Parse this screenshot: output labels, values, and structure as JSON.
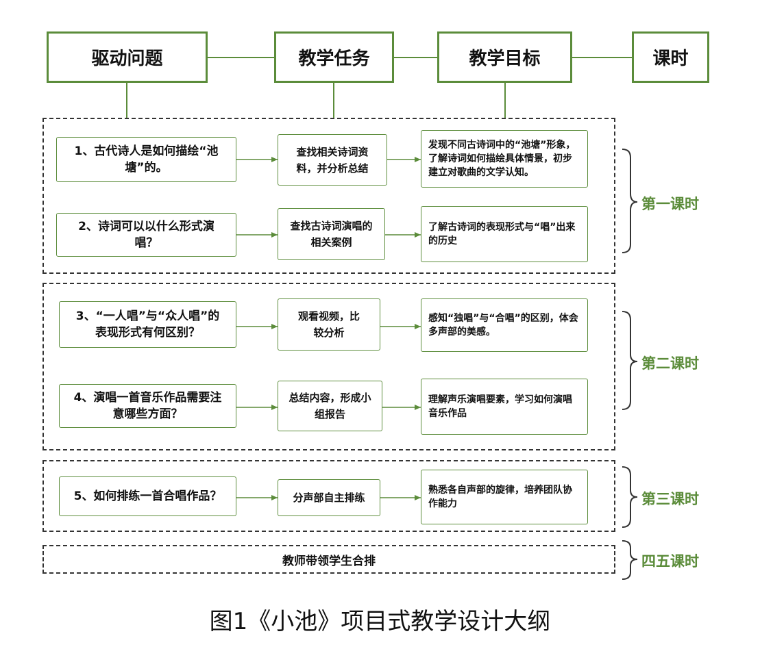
{
  "headers": [
    "驱动问题",
    "教学任务",
    "教学目标",
    "课时"
  ],
  "rows": [
    {
      "question": "1、古代诗人是如何描绘“池塘”的。",
      "task": "查找相关诗词资料，并分析总结",
      "goal": "发现不同古诗词中的“池塘”形象，了解诗词如何描绘具体情景，初步建立对歌曲的文学认知。"
    },
    {
      "question": "2、诗词可以以什么形式演唱？",
      "task": "查找古诗词演唱的相关案例",
      "goal": "了解古诗词的表现形式与“唱”出来的历史"
    },
    {
      "question": "3、“一人唱”与“众人唱”的表现形式有何区别？",
      "task": "观看视频，比较分析",
      "goal": "感知“独唱”与“合唱”的区别，体会多声部的美感。"
    },
    {
      "question": "4、演唱一首音乐作品需要注意哪些方面？",
      "task": "总结内容，形成小组报告",
      "goal": "理解声乐演唱要素，学习如何演唱音乐作品"
    },
    {
      "question": "5、如何排练一首合唱作品？",
      "task": "分声部自主排练",
      "goal": "熟悉各自声部的旋律，培养团队协作能力"
    }
  ],
  "final_task": "教师带领学生合排",
  "lessons": [
    "第一课时",
    "第二课时",
    "第三课时",
    "四五课时"
  ],
  "caption": "图1《小池》项目式教学设计大纲",
  "colors": {
    "accent": "#5b8c3a",
    "dash": "#333333"
  }
}
